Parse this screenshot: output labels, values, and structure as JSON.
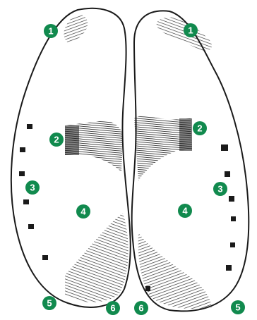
{
  "colors": {
    "badge": "#118a4e",
    "ink": "#1a1a1a",
    "background": "#ffffff"
  },
  "markers": [
    {
      "label": "1",
      "part": "left-top"
    },
    {
      "label": "2",
      "part": "left-inner-block"
    },
    {
      "label": "3",
      "part": "left-outer-dots"
    },
    {
      "label": "4",
      "part": "left-center"
    },
    {
      "label": "5",
      "part": "left-bottom-outer"
    },
    {
      "label": "6",
      "part": "left-bottom-inner"
    },
    {
      "label": "1",
      "part": "right-top"
    },
    {
      "label": "2",
      "part": "right-inner-block"
    },
    {
      "label": "3",
      "part": "right-outer-dots"
    },
    {
      "label": "4",
      "part": "right-center"
    },
    {
      "label": "6",
      "part": "right-bottom-inner"
    },
    {
      "label": "5",
      "part": "right-bottom-outer"
    }
  ]
}
